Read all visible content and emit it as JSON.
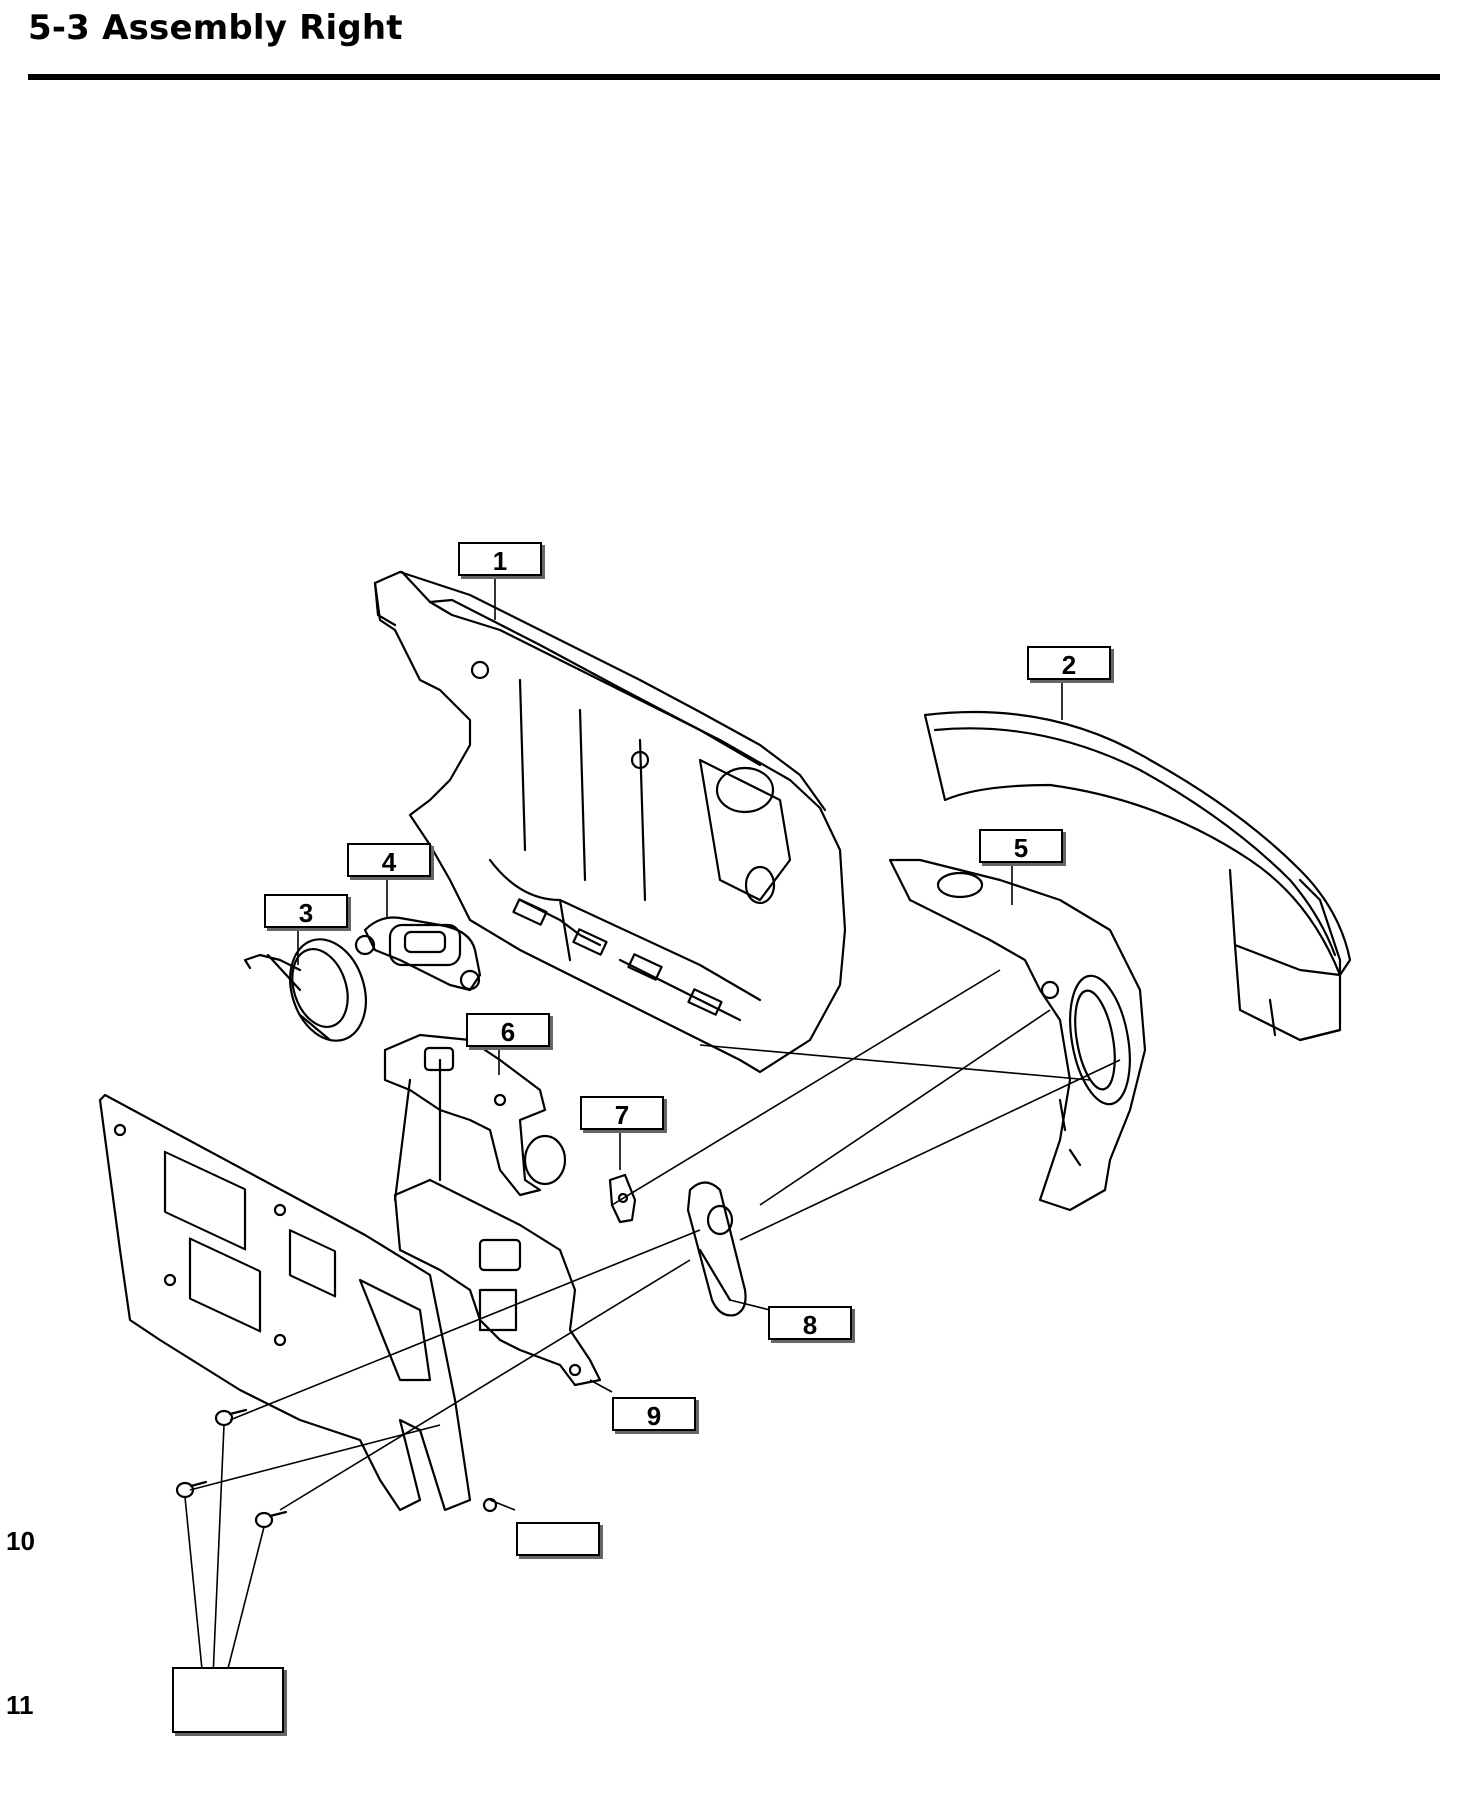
{
  "page": {
    "title": "5-3 Assembly Right"
  },
  "callouts": [
    {
      "id": "c1",
      "label": "1"
    },
    {
      "id": "c2",
      "label": "2"
    },
    {
      "id": "c3",
      "label": "3"
    },
    {
      "id": "c4",
      "label": "4"
    },
    {
      "id": "c5",
      "label": "5"
    },
    {
      "id": "c6",
      "label": "6"
    },
    {
      "id": "c7",
      "label": "7"
    },
    {
      "id": "c8",
      "label": "8"
    },
    {
      "id": "c9",
      "label": "9"
    },
    {
      "id": "c10",
      "label": ""
    },
    {
      "id": "c11",
      "label": ""
    }
  ],
  "side_numbers": [
    "10",
    "11"
  ]
}
